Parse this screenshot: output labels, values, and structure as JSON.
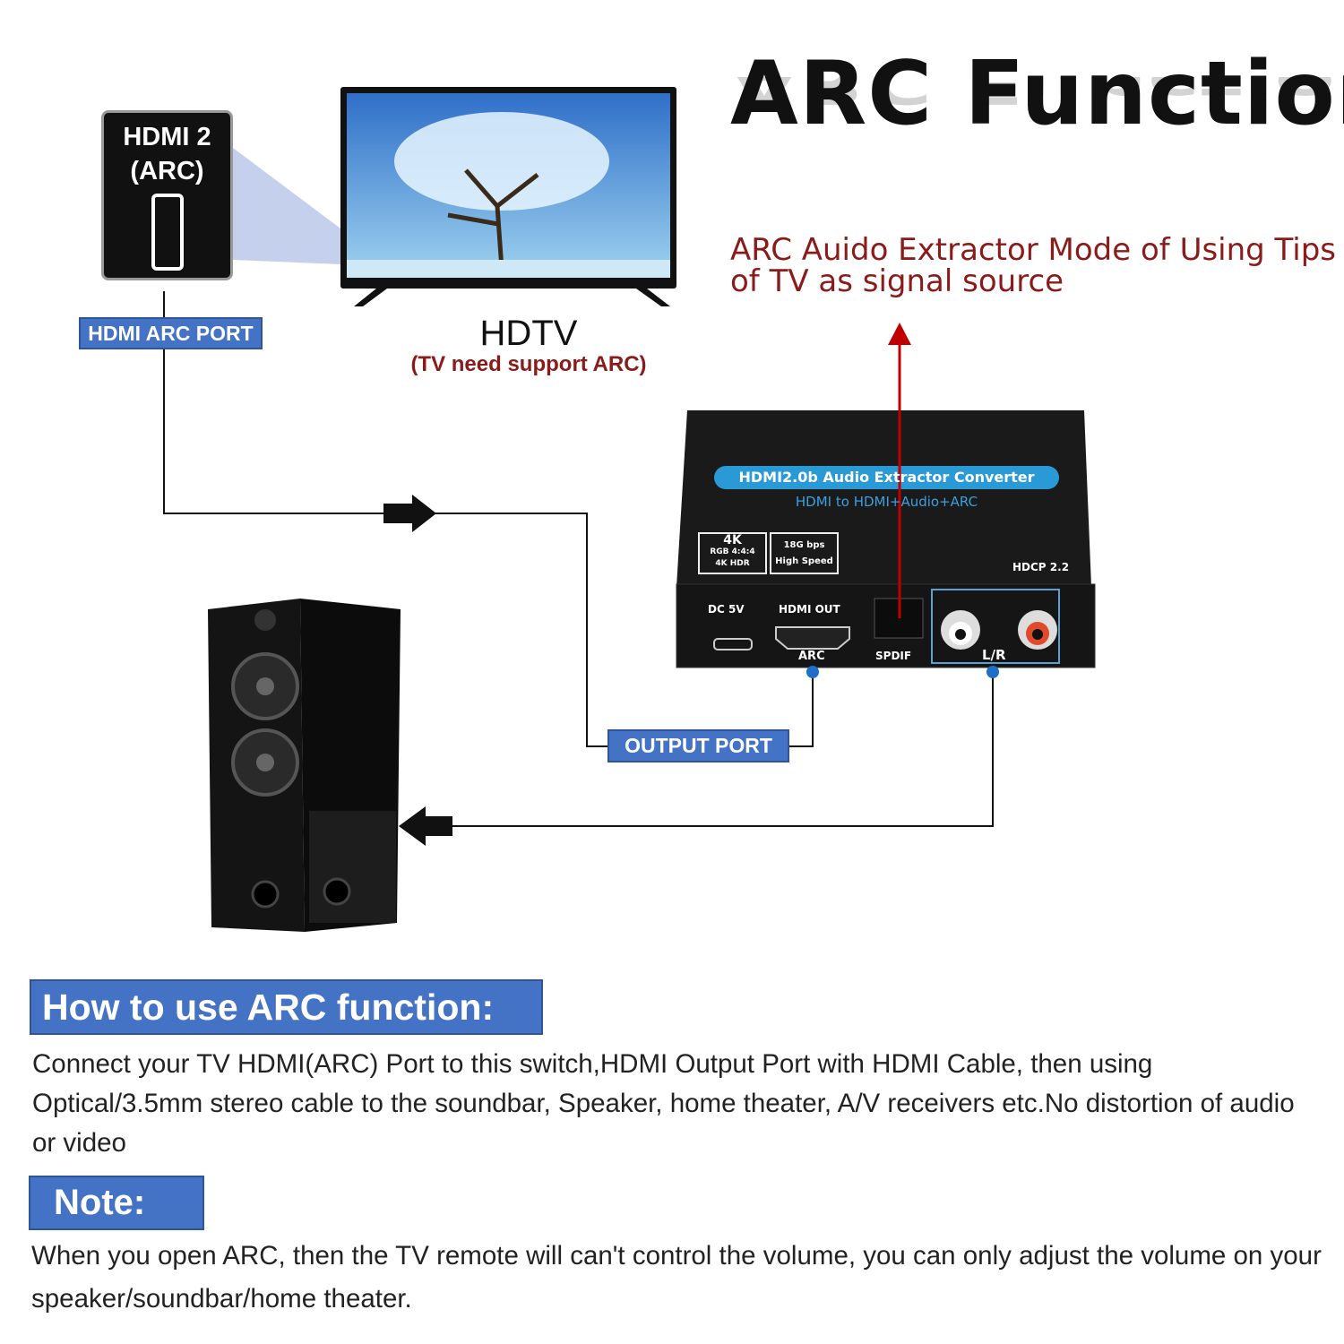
{
  "title": "ARC Function",
  "tip": {
    "line1": "ARC Auido Extractor Mode of Using Tips",
    "line2": "of TV as signal source"
  },
  "hdmi_port": {
    "line1": "HDMI 2",
    "line2": "(ARC)",
    "label": "HDMI ARC PORT"
  },
  "tv": {
    "label": "HDTV",
    "note": "(TV need support ARC)"
  },
  "device": {
    "name": "HDMI2.0b Audio Extractor Converter",
    "subtitle": "HDMI to HDMI+Audio+ARC",
    "badge_4k": {
      "line1": "4K",
      "line2": "RGB 4:4:4",
      "line3": "4K  HDR"
    },
    "badge_speed": {
      "line1": "18G bps",
      "line2": "High Speed"
    },
    "hdcp": "HDCP 2.2",
    "ports": {
      "dc": "DC 5V",
      "hdmi_out": "HDMI OUT",
      "arc": "ARC",
      "spdif": "SPDIF",
      "lr": "L/R"
    }
  },
  "output_port_label": "OUTPUT PORT",
  "howto": {
    "heading": "How to use ARC function:",
    "text": "Connect your TV HDMI(ARC) Port to this switch,HDMI Output Port with HDMI Cable, then using Optical/3.5mm stereo cable to the soundbar, Speaker, home theater, A/V receivers etc.No distortion of audio or video"
  },
  "note": {
    "heading": "Note:",
    "text": "When you open ARC, then the TV remote will can't control the volume, you can only adjust the volume on your speaker/soundbar/home theater."
  },
  "colors": {
    "accent_blue": "#4472c4",
    "dark_red": "#8b1a1a",
    "arrow_red": "#c00000"
  }
}
